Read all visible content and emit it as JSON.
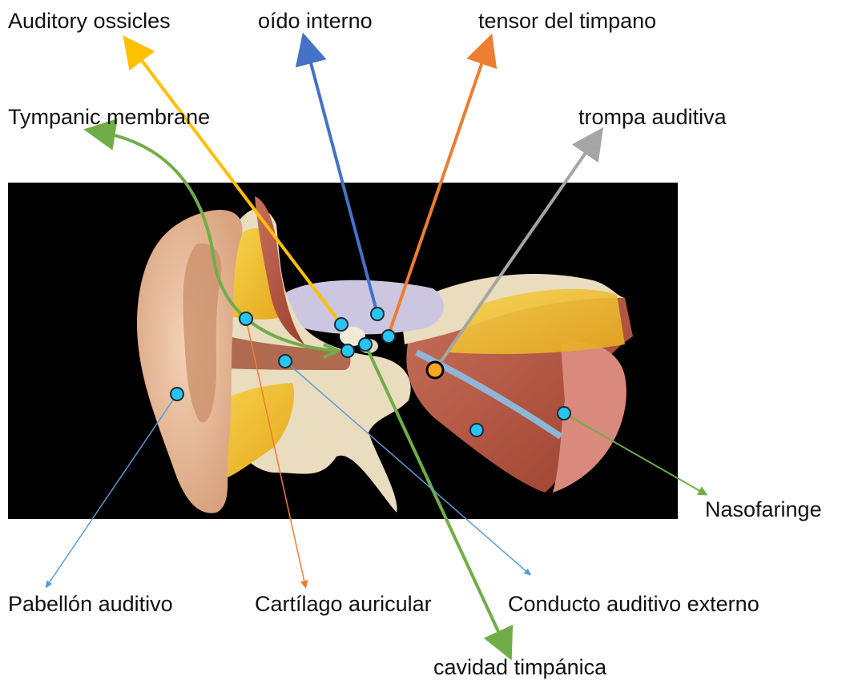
{
  "labels": {
    "auditory_ossicles": "Auditory ossicles",
    "oido_interno": "oído interno",
    "tensor_del_timpano": "tensor del timpano",
    "tympanic_membrane": "Tympanic membrane",
    "trompa_auditiva": "trompa auditiva",
    "nasofaringe": "Nasofaringe",
    "pabellon_auditivo": "Pabellón auditivo",
    "cartilago_auricular": "Cartílago auricular",
    "conducto_auditivo_externo": "Conducto auditivo externo",
    "cavidad_timpanica": "cavidad timpánica"
  },
  "colors": {
    "background": "#000000",
    "marker": "#29c4ef",
    "arrow_yellow": "#ffc000",
    "arrow_blue": "#4472c4",
    "arrow_orange": "#ed7d31",
    "arrow_gray": "#a5a5a5",
    "arrow_green": "#70ad47",
    "arrow_lightblue": "#5b9bd5"
  }
}
